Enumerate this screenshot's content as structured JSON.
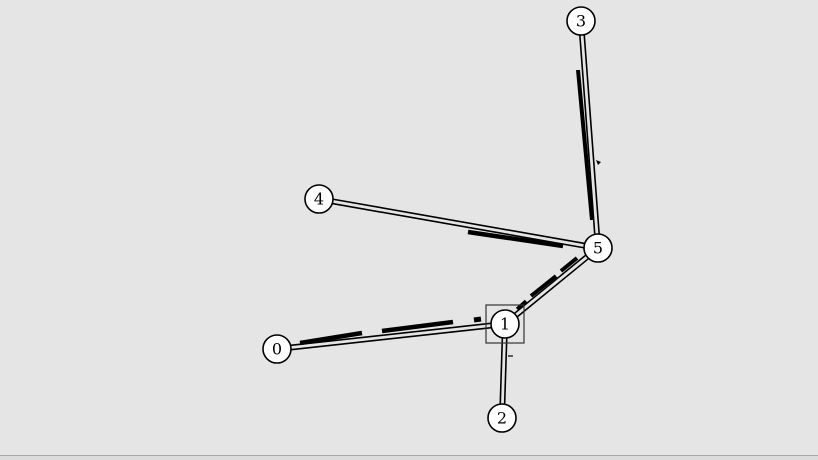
{
  "diagram": {
    "nodes": [
      {
        "id": "0",
        "label": "0"
      },
      {
        "id": "1",
        "label": "1",
        "selected": true
      },
      {
        "id": "2",
        "label": "2"
      },
      {
        "id": "3",
        "label": "3"
      },
      {
        "id": "4",
        "label": "4"
      },
      {
        "id": "5",
        "label": "5"
      }
    ],
    "links": [
      {
        "from": "0",
        "to": "1"
      },
      {
        "from": "1",
        "to": "2"
      },
      {
        "from": "1",
        "to": "5"
      },
      {
        "from": "4",
        "to": "5"
      },
      {
        "from": "3",
        "to": "5"
      }
    ]
  },
  "colors": {
    "background": "#e5e5e5",
    "node_fill": "#ffffff",
    "stroke": "#000000"
  }
}
